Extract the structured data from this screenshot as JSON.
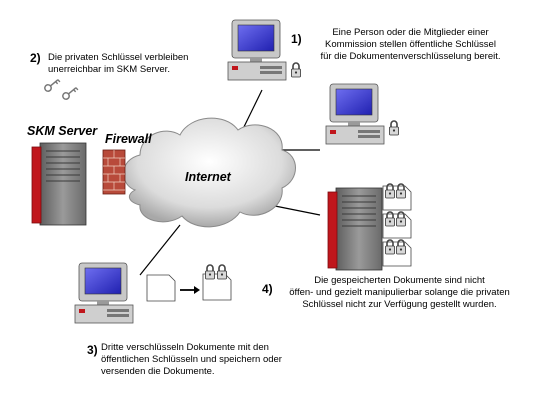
{
  "labels": {
    "skm_server": "SKM Server",
    "firewall": "Firewall",
    "internet": "Internet"
  },
  "notes": [
    {
      "number": "1)",
      "lines": [
        "Eine Person oder die Mitglieder einer",
        "Kommission stellen öffentliche Schlüssel",
        "für die Dokumentenverschlüsselung bereit."
      ]
    },
    {
      "number": "2)",
      "lines": [
        "Die privaten Schlüssel verbleiben",
        "unerreichbar im SKM Server."
      ]
    },
    {
      "number": "3)",
      "lines": [
        "Dritte verschlüsseln Dokumente mit den",
        "öffentlichen Schlüsseln und speichern oder",
        "versenden die Dokumente."
      ]
    },
    {
      "number": "4)",
      "lines": [
        "Die gespeicherten Dokumente sind nicht",
        "öffen- und gezielt manipulierbar solange die privaten",
        "Schlüssel nicht zur Verfügung gestellt wurden."
      ]
    }
  ],
  "colors": {
    "server_red": "#c0161c",
    "server_grey": "#7a7a7a",
    "monitor_blue": "#3b3bd6",
    "cloud": "#d9d9d9",
    "brick": "#b84a3a"
  },
  "icons": [
    "server-icon",
    "desktop-computer-icon",
    "padlock-icon",
    "key-icon",
    "firewall-icon",
    "internet-cloud-icon",
    "document-icon",
    "locked-document-icon",
    "arrow-right-icon"
  ]
}
